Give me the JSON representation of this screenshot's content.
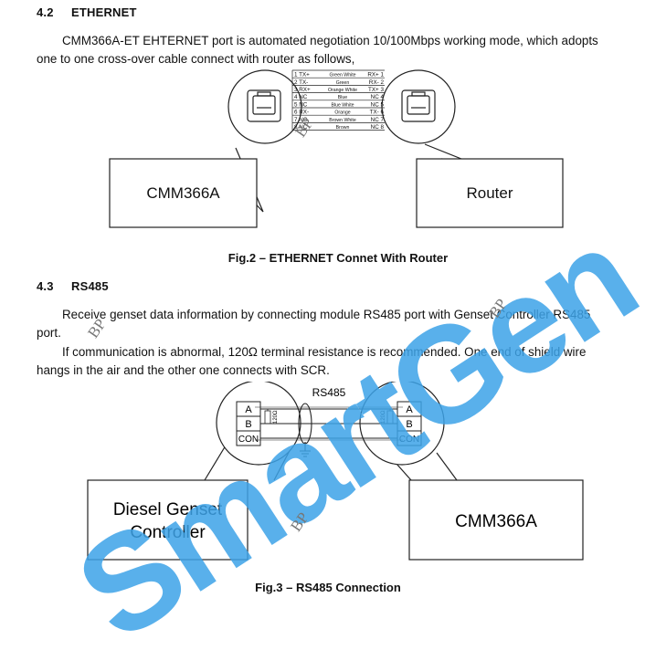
{
  "sec42": {
    "num": "4.2",
    "title": "ETHERNET"
  },
  "para1": {
    "line1": "CMM366A-ET EHTERNET port is automated negotiation 10/100Mbps working mode, which adopts",
    "line2": "one to one cross-over cable connect with router as follows,"
  },
  "fig2": {
    "left_box": "CMM366A",
    "right_box": "Router",
    "caption": "Fig.2 – ETHERNET Connet With Router",
    "pins": [
      {
        "left": "1 TX+",
        "color": "Green White",
        "right": "RX+ 1"
      },
      {
        "left": "2 TX-",
        "color": "Green",
        "right": "RX- 2"
      },
      {
        "left": "3 RX+",
        "color": "Orange White",
        "right": "TX+ 3"
      },
      {
        "left": "4 NC",
        "color": "Blue",
        "right": "NC 4"
      },
      {
        "left": "5 NC",
        "color": "Blue White",
        "right": "NC 5"
      },
      {
        "left": "6 RX-",
        "color": "Orange",
        "right": "TX- 6"
      },
      {
        "left": "7 NC",
        "color": "Brown White",
        "right": "NC 7"
      },
      {
        "left": "8 NC",
        "color": "Brown",
        "right": "NC 8"
      }
    ]
  },
  "sec43": {
    "num": "4.3",
    "title": "RS485"
  },
  "para2": {
    "line1": "Receive genset data information by connecting module RS485 port with Genset Controller RS485",
    "line2": "port."
  },
  "para3": {
    "line1": "If communication is abnormal, 120Ω terminal resistance is recommended. One end of shield wire",
    "line2": "hangs in the air and the other one connects with SCR."
  },
  "fig3": {
    "bus_label": "RS485",
    "left_term": {
      "a": "A",
      "b": "B",
      "con": "CON",
      "res": "120Ω"
    },
    "right_term": {
      "a": "A",
      "b": "B",
      "con": "CON",
      "res": "120Ω"
    },
    "left_box_line1": "Diesel Genset",
    "left_box_line2": "Controller",
    "right_box": "CMM366A",
    "caption": "Fig.3 – RS485 Connection"
  },
  "watermark": {
    "text": "SmartGen",
    "stamp": "BP"
  },
  "colors": {
    "watermark": "#3da3e8"
  }
}
